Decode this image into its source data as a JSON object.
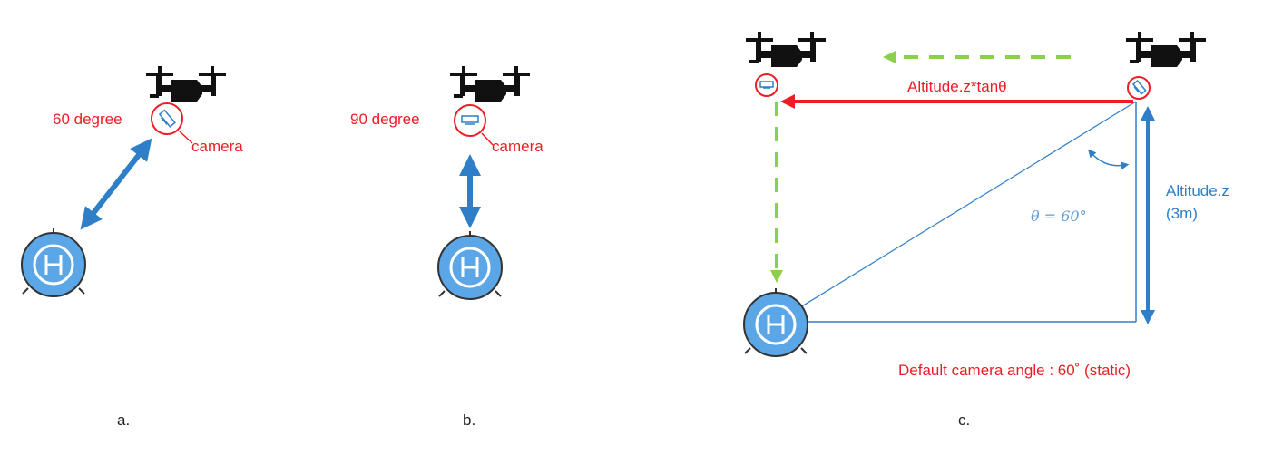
{
  "panel_a": {
    "angle_label": "60 degree",
    "camera_label": "camera",
    "caption": "a."
  },
  "panel_b": {
    "angle_label": "90 degree",
    "camera_label": "camera",
    "caption": "b."
  },
  "panel_c": {
    "horizontal_label": "Altitude.z*tanθ",
    "altitude_label": "Altitude.z",
    "altitude_value": "(3m)",
    "theta_label": "θ = 60°",
    "footer": "Default camera angle : 60˚ (static)",
    "caption": "c."
  },
  "helipad_letter": "H",
  "colors": {
    "red": "#ee1c25",
    "blue": "#2f7fc8",
    "green_dashed": "#8ccf4d",
    "helipad_fill": "#5aa6e6",
    "drone": "#111111"
  },
  "icons": [
    "drone-icon",
    "camera-icon",
    "helipad-icon"
  ]
}
